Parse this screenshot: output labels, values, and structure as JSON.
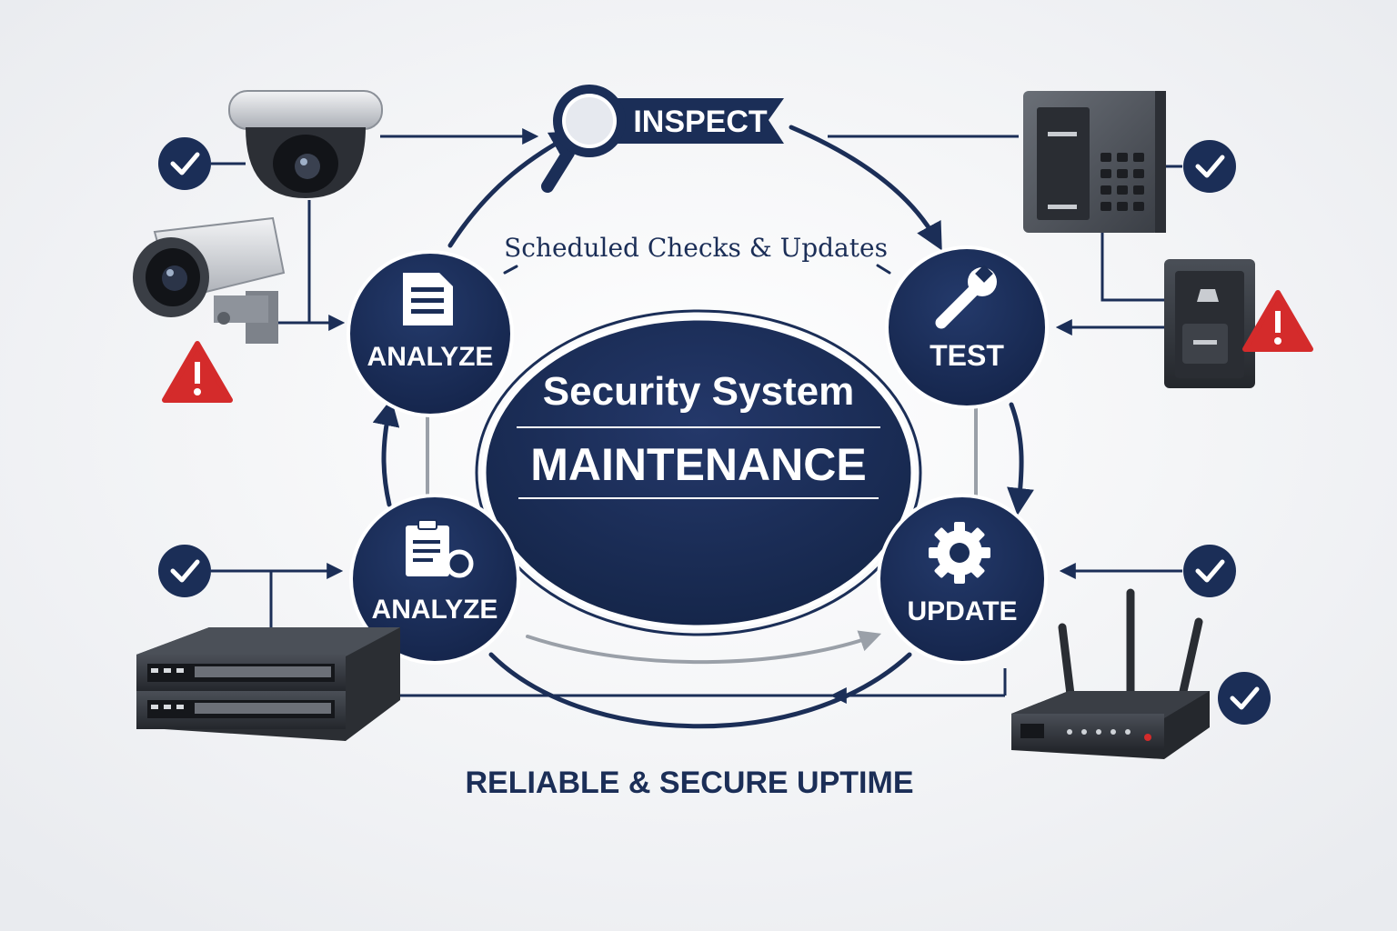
{
  "center": {
    "line1": "Security System",
    "line2": "MAINTENANCE"
  },
  "arc_caption": "Scheduled Checks & Updates",
  "footer": "RELIABLE & SECURE UPTIME",
  "steps": {
    "inspect": "INSPECT",
    "test": "TEST",
    "update": "UPDATE",
    "analyze_top": "ANALYZE",
    "analyze_bottom": "ANALYZE"
  },
  "colors": {
    "navy": "#1b2e57",
    "alert": "#d42b2b",
    "grey": "#9aa0a8",
    "background": "#f4f5f7"
  },
  "icons": [
    "check-icon",
    "warning-icon",
    "magnifier-icon",
    "wrench-icon",
    "gear-icon",
    "document-icon",
    "clipboard-icon"
  ]
}
